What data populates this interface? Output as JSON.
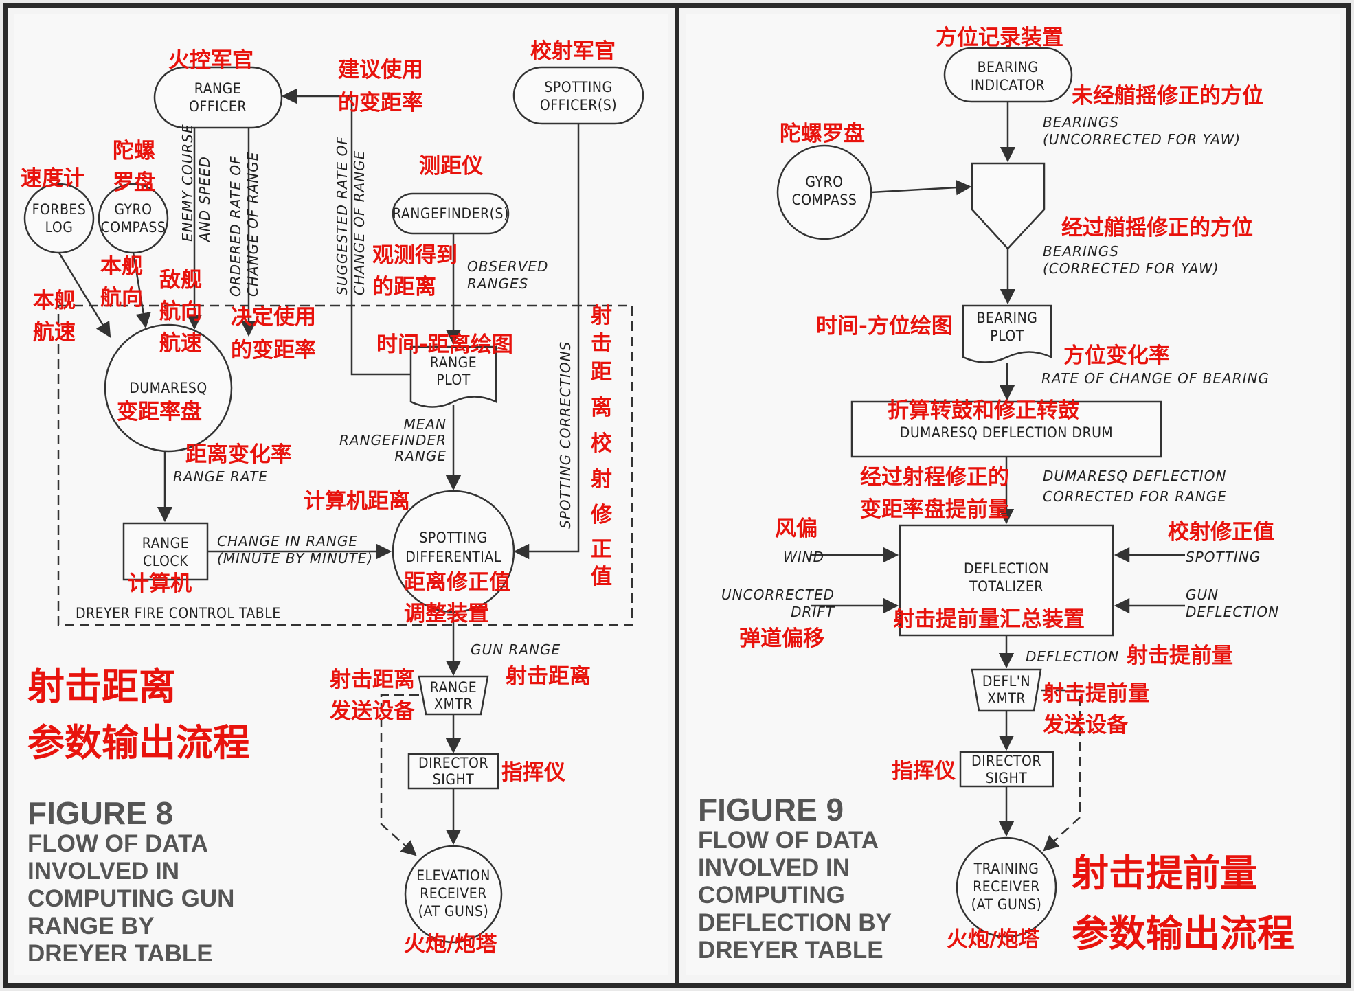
{
  "figure8": {
    "number": "FIGURE 8",
    "caption_lines": [
      "FLOW OF DATA",
      "INVOLVED IN",
      "COMPUTING GUN",
      "RANGE BY",
      "DREYER TABLE"
    ],
    "nodes": {
      "range_officer": [
        "RANGE",
        "OFFICER"
      ],
      "spotting_officer": [
        "SPOTTING",
        "OFFICER(S)"
      ],
      "forbes_log": [
        "FORBES",
        "LOG"
      ],
      "gyro_compass": [
        "GYRO",
        "COMPASS"
      ],
      "rangefinder": "RANGEFINDER(S)",
      "range_plot": [
        "RANGE",
        "PLOT"
      ],
      "dumaresq": "DUMARESQ",
      "range_clock": [
        "RANGE",
        "CLOCK"
      ],
      "spotting_differential": [
        "SPOTTING",
        "DIFFERENTIAL"
      ],
      "table_label": "DREYER FIRE CONTROL TABLE",
      "range_xmtr": [
        "RANGE",
        "XMTR"
      ],
      "director_sight": [
        "DIRECTOR",
        "SIGHT"
      ],
      "elevation_receiver": [
        "ELEVATION",
        "RECEIVER",
        "(AT GUNS)"
      ]
    },
    "flows": {
      "enemy_course_speed": [
        "ENEMY COURSE",
        "AND SPEED"
      ],
      "ordered_rate": [
        "ORDERED RATE OF",
        "CHANGE OF RANGE"
      ],
      "suggested_rate": [
        "SUGGESTED RATE OF",
        "CHANGE OF RANGE"
      ],
      "observed_ranges": [
        "OBSERVED",
        "RANGES"
      ],
      "mean_rangefinder_range": [
        "MEAN",
        "RANGEFINDER",
        "RANGE"
      ],
      "spotting_corrections": "SPOTTING CORRECTIONS",
      "range_rate": "RANGE RATE",
      "change_in_range": [
        "CHANGE IN RANGE",
        "(MINUTE BY MINUTE)"
      ],
      "gun_range": "GUN RANGE"
    },
    "cn_labels": {
      "range_officer": "火控军官",
      "suggested": [
        "建议使用",
        "的变距率"
      ],
      "spotting_officer": "校射军官",
      "speed_meter": "速度计",
      "gyro": [
        "陀螺",
        "罗盘"
      ],
      "rangefinder": "测距仪",
      "own_course": [
        "本舰",
        "航向"
      ],
      "enemy_course": [
        "敌舰",
        "航向",
        "航速"
      ],
      "own_speed": [
        "本舰",
        "航速"
      ],
      "decided_rate": [
        "决定使用",
        "的变距率"
      ],
      "observed": [
        "观测得到",
        "的距离"
      ],
      "range_plot": "时间-距离绘图",
      "spotting_correction_vertical": [
        "射",
        "击",
        "距",
        "离",
        "校",
        "射",
        "修",
        "正",
        "值"
      ],
      "dumaresq": "变距率盘",
      "range_rate": "距离变化率",
      "computer_range": "计算机距离",
      "range_clock": "计算机",
      "spotting_diff": [
        "距离修正值",
        "调整装置"
      ],
      "gun_range": "射击距离",
      "range_xmtr": [
        "射击距离",
        "发送设备"
      ],
      "director": "指挥仪",
      "guns": "火炮/炮塔",
      "title": [
        "射击距离",
        "参数输出流程"
      ]
    }
  },
  "figure9": {
    "number": "FIGURE 9",
    "caption_lines": [
      "FLOW OF DATA",
      "INVOLVED IN",
      "COMPUTING",
      "DEFLECTION BY",
      "DREYER TABLE"
    ],
    "nodes": {
      "bearing_indicator": [
        "BEARING",
        "INDICATOR"
      ],
      "gyro_compass": [
        "GYRO",
        "COMPASS"
      ],
      "bearing_plot": [
        "BEARING",
        "PLOT"
      ],
      "dumaresq_drum": "DUMARESQ DEFLECTION DRUM",
      "deflection_totalizer": [
        "DEFLECTION",
        "TOTALIZER"
      ],
      "defln_xmtr": [
        "DEFL'N",
        "XMTR"
      ],
      "director_sight": [
        "DIRECTOR",
        "SIGHT"
      ],
      "training_receiver": [
        "TRAINING",
        "RECEIVER",
        "(AT GUNS)"
      ]
    },
    "flows": {
      "bearings_uncorrected": [
        "BEARINGS",
        "(UNCORRECTED FOR YAW)"
      ],
      "bearings_corrected": [
        "BEARINGS",
        "(CORRECTED FOR YAW)"
      ],
      "rate_bearing": "RATE OF CHANGE OF BEARING",
      "dumaresq_corrected": [
        "DUMARESQ DEFLECTION",
        "CORRECTED FOR RANGE"
      ],
      "wind": "WIND",
      "uncorrected_drift": [
        "UNCORRECTED",
        "DRIFT"
      ],
      "spotting": "SPOTTING",
      "gun_deflection": [
        "GUN",
        "DEFLECTION"
      ],
      "deflection": "DEFLECTION"
    },
    "cn_labels": {
      "bearing_indicator": "方位记录装置",
      "uncorrected": "未经艏摇修正的方位",
      "gyro": "陀螺罗盘",
      "corrected": "经过艏摇修正的方位",
      "bearing_plot": "时间-方位绘图",
      "rate_bearing": "方位变化率",
      "drum": "折算转鼓和修正转鼓",
      "range_corrected": [
        "经过射程修正的",
        "变距率盘提前量"
      ],
      "wind": "风偏",
      "spotting": "校射修正值",
      "drift": "弹道偏移",
      "totalizer": "射击提前量汇总装置",
      "deflection": "射击提前量",
      "xmtr": [
        "射击提前量",
        "发送设备"
      ],
      "director": "指挥仪",
      "guns": "火炮/炮塔",
      "title": [
        "射击提前量",
        "参数输出流程"
      ]
    }
  }
}
